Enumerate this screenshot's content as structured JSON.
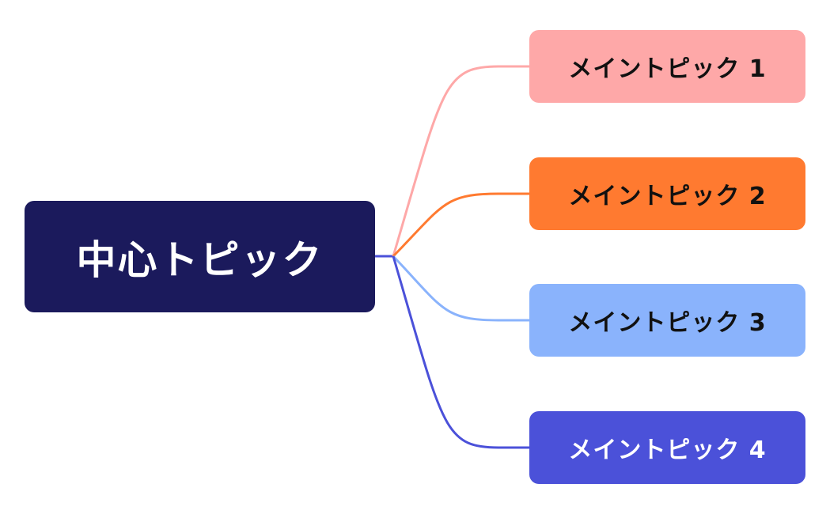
{
  "central": {
    "label": "中心トピック",
    "color": "#1b1a5c",
    "text_color": "#ffffff"
  },
  "topics": [
    {
      "label": "メイントピック 1",
      "color": "#fea8a8",
      "text_color": "#111111"
    },
    {
      "label": "メイントピック 2",
      "color": "#ff7a30",
      "text_color": "#111111"
    },
    {
      "label": "メイントピック 3",
      "color": "#8ab3fc",
      "text_color": "#111111"
    },
    {
      "label": "メイントピック 4",
      "color": "#4b51d9",
      "text_color": "#ffffff"
    }
  ]
}
